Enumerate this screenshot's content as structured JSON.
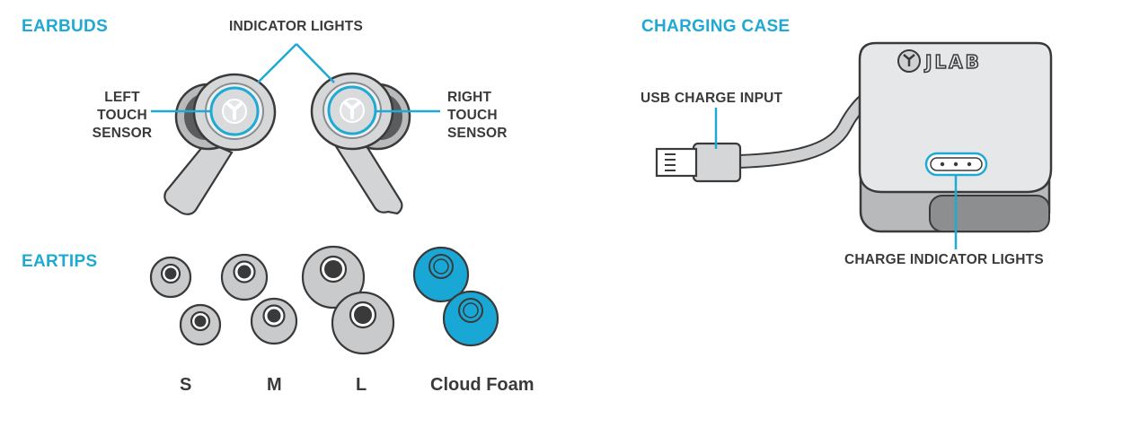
{
  "sections": {
    "earbuds": "EARBUDS",
    "eartips": "EARTIPS",
    "charging_case": "CHARGING CASE"
  },
  "labels": {
    "indicator_lights": "INDICATOR LIGHTS",
    "left_touch_sensor": [
      "LEFT",
      "TOUCH",
      "SENSOR"
    ],
    "right_touch_sensor": [
      "RIGHT",
      "TOUCH",
      "SENSOR"
    ],
    "usb_charge_input": "USB CHARGE INPUT",
    "charge_indicator_lights": "CHARGE INDICATOR LIGHTS"
  },
  "eartip_sizes": [
    "S",
    "M",
    "L",
    "Cloud Foam"
  ],
  "colors": {
    "accent": "#1fa9d3",
    "text": "#3a3a3a",
    "device_gray": "#c9cacc",
    "outline": "#3a3a3a",
    "foam": "#19a8d6"
  }
}
